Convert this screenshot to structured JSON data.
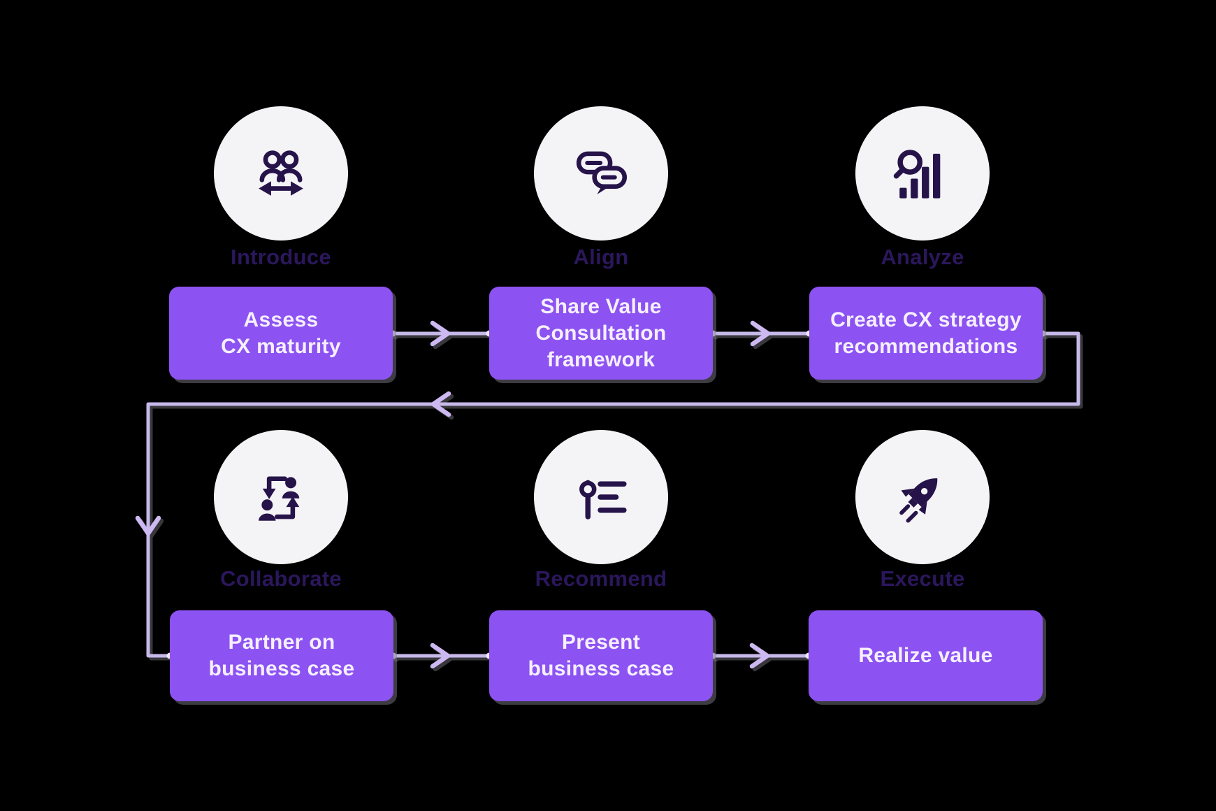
{
  "background": "#000000",
  "palette": {
    "box_fill": "#8C52F2",
    "box_text": "#F5EFFF",
    "circle_fill": "#F4F3F6",
    "icon_color": "#251349",
    "label_color": "#2B175C",
    "connector_line": "#C7B9EA",
    "arrowhead": "#CDB9F2",
    "shadow": "#6F6D78"
  },
  "steps": [
    {
      "label": "Introduce",
      "icon": "people-arrows-icon",
      "box_lines": [
        "Assess",
        "CX maturity"
      ]
    },
    {
      "label": "Align",
      "icon": "chat-bubbles-icon",
      "box_lines": [
        "Share Value",
        "Consultation",
        "framework"
      ]
    },
    {
      "label": "Analyze",
      "icon": "search-growth-icon",
      "box_lines": [
        "Create CX strategy",
        "recommendations"
      ]
    },
    {
      "label": "Collaborate",
      "icon": "people-sync-icon",
      "box_lines": [
        "Partner on",
        "business case"
      ]
    },
    {
      "label": "Recommend",
      "icon": "prioritized-list-icon",
      "box_lines": [
        "Present",
        "business case"
      ]
    },
    {
      "label": "Execute",
      "icon": "rocket-icon",
      "box_lines": [
        "Realize value"
      ]
    }
  ],
  "flow": {
    "top_row_order": "left-to-right",
    "bottom_row_order": "left-to-right",
    "loopback": "from 'Create CX strategy recommendations' back across and down to 'Partner on business case'"
  }
}
